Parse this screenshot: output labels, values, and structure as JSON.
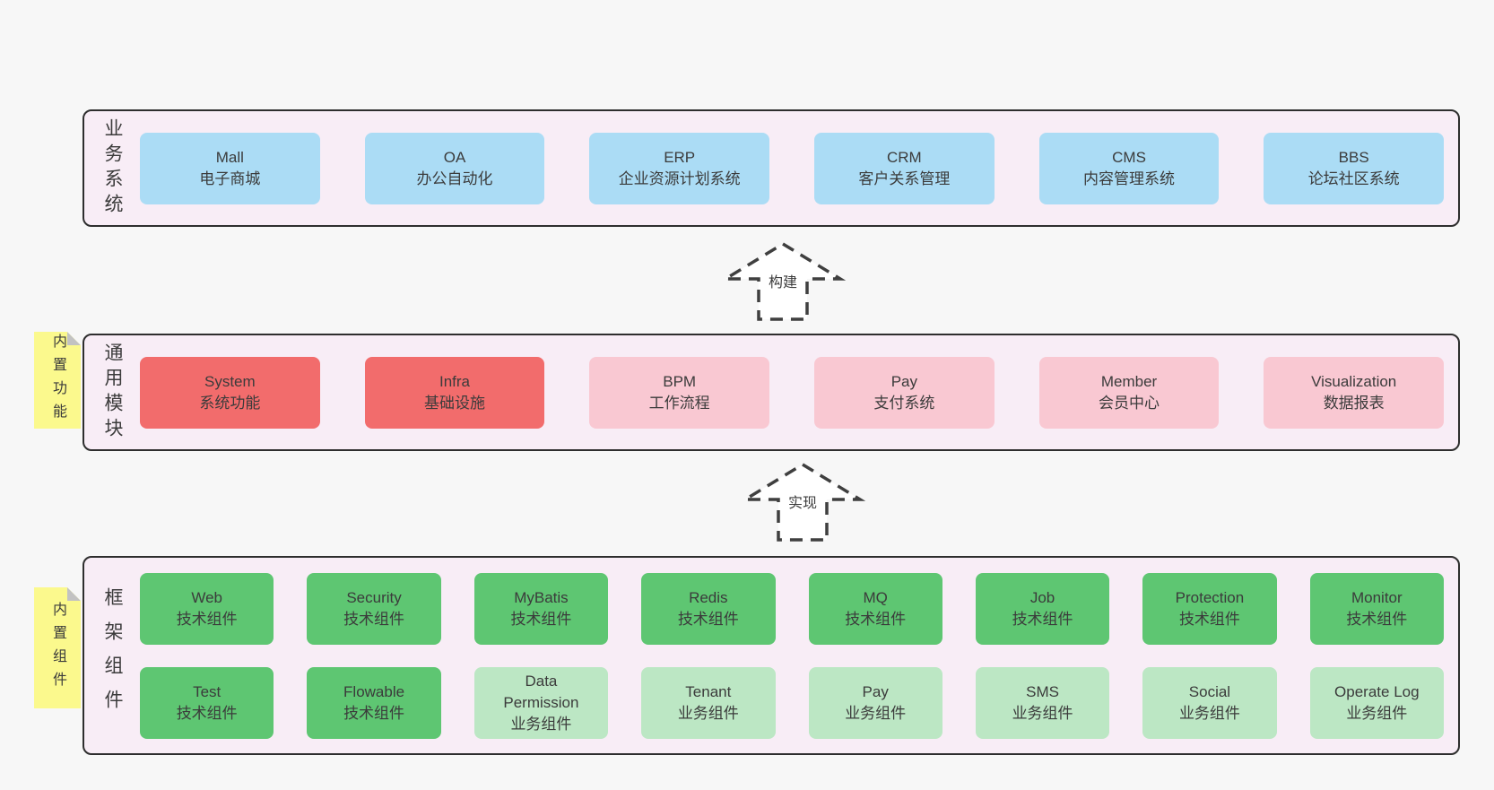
{
  "palette": {
    "page_bg": "#f7f7f7",
    "band_bg": "#f8edf6",
    "band_border": "#2e2e2e",
    "blue_box": "#abdcf5",
    "red_box": "#f26c6c",
    "pink_box": "#f9c8d2",
    "green_box": "#5ec672",
    "light_green_box": "#bce7c4",
    "tab_bg": "#fbf98d",
    "tab_fold": "#c2c2c2",
    "text": "#3b3b3b"
  },
  "arrows": [
    {
      "label": "构建"
    },
    {
      "label": "实现"
    }
  ],
  "side_tabs": [
    {
      "label": "内置功能"
    },
    {
      "label": "内置组件"
    }
  ],
  "bands": [
    {
      "label": "业务系统",
      "boxes": [
        {
          "name": "Mall",
          "desc": "电子商城",
          "variant": "blue"
        },
        {
          "name": "OA",
          "desc": "办公自动化",
          "variant": "blue"
        },
        {
          "name": "ERP",
          "desc": "企业资源计划系统",
          "variant": "blue"
        },
        {
          "name": "CRM",
          "desc": "客户关系管理",
          "variant": "blue"
        },
        {
          "name": "CMS",
          "desc": "内容管理系统",
          "variant": "blue"
        },
        {
          "name": "BBS",
          "desc": "论坛社区系统",
          "variant": "blue"
        }
      ]
    },
    {
      "label": "通用模块",
      "boxes": [
        {
          "name": "System",
          "desc": "系统功能",
          "variant": "red"
        },
        {
          "name": "Infra",
          "desc": "基础设施",
          "variant": "red"
        },
        {
          "name": "BPM",
          "desc": "工作流程",
          "variant": "pink"
        },
        {
          "name": "Pay",
          "desc": "支付系统",
          "variant": "pink"
        },
        {
          "name": "Member",
          "desc": "会员中心",
          "variant": "pink"
        },
        {
          "name": "Visualization",
          "desc": "数据报表",
          "variant": "pink"
        }
      ]
    },
    {
      "label": "框架组件",
      "rows": [
        [
          {
            "name": "Web",
            "desc": "技术组件",
            "variant": "green"
          },
          {
            "name": "Security",
            "desc": "技术组件",
            "variant": "green"
          },
          {
            "name": "MyBatis",
            "desc": "技术组件",
            "variant": "green"
          },
          {
            "name": "Redis",
            "desc": "技术组件",
            "variant": "green"
          },
          {
            "name": "MQ",
            "desc": "技术组件",
            "variant": "green"
          },
          {
            "name": "Job",
            "desc": "技术组件",
            "variant": "green"
          },
          {
            "name": "Protection",
            "desc": "技术组件",
            "variant": "green"
          },
          {
            "name": "Monitor",
            "desc": "技术组件",
            "variant": "green"
          }
        ],
        [
          {
            "name": "Test",
            "desc": "技术组件",
            "variant": "green"
          },
          {
            "name": "Flowable",
            "desc": "技术组件",
            "variant": "green"
          },
          {
            "name": "Data Permission",
            "desc": "业务组件",
            "variant": "lightgreen"
          },
          {
            "name": "Tenant",
            "desc": "业务组件",
            "variant": "lightgreen"
          },
          {
            "name": "Pay",
            "desc": "业务组件",
            "variant": "lightgreen"
          },
          {
            "name": "SMS",
            "desc": "业务组件",
            "variant": "lightgreen"
          },
          {
            "name": "Social",
            "desc": "业务组件",
            "variant": "lightgreen"
          },
          {
            "name": "Operate Log",
            "desc": "业务组件",
            "variant": "lightgreen"
          }
        ]
      ]
    }
  ]
}
